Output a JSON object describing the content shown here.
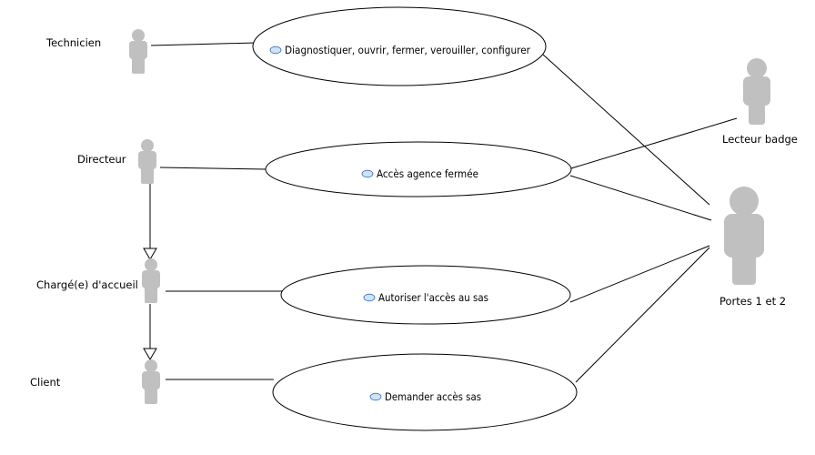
{
  "actors": {
    "technicien": "Technicien",
    "directeur": "Directeur",
    "charge_accueil": "Chargé(e) d'accueil",
    "client": "Client",
    "lecteur_badge": "Lecteur badge",
    "portes": "Portes 1 et 2"
  },
  "use_cases": {
    "diagnostiquer": "Diagnostiquer, ouvrir, fermer, verouiller, configurer",
    "acces_agence": "Accès agence fermée",
    "autoriser_sas": "Autoriser l'accès au sas",
    "demander_sas": "Demander accès sas"
  },
  "colors": {
    "actor_fill": "#c0c0c0",
    "line": "#000000",
    "usecase_icon": "#cfe3f7"
  }
}
